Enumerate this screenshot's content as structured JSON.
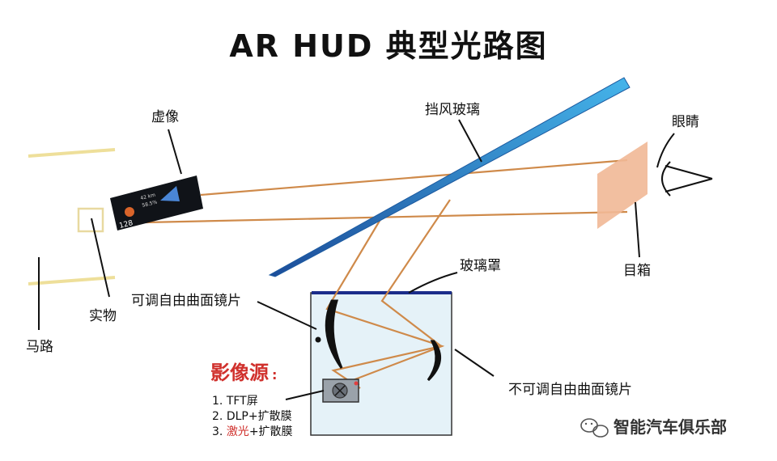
{
  "title": "AR HUD 典型光路图",
  "labels": {
    "virtual_image": "虚像",
    "windshield": "挡风玻璃",
    "eye": "眼睛",
    "eyebox": "目箱",
    "glass_cover": "玻璃罩",
    "adjustable_mirror": "可调自由曲面镜片",
    "fixed_mirror": "不可调自由曲面镜片",
    "real_object": "实物",
    "road": "马路"
  },
  "image_source": {
    "heading": "影像源",
    "colon": ":",
    "items": [
      {
        "prefix": "1. ",
        "highlight": "",
        "text": "TFT屏"
      },
      {
        "prefix": "2. ",
        "highlight": "",
        "text": "DLP+扩散膜"
      },
      {
        "prefix": "3. ",
        "highlight": "激光",
        "text": "+扩散膜"
      }
    ]
  },
  "virtual_image_screen": {
    "speed": "128",
    "line1": "42 km",
    "line2": "58.5%"
  },
  "watermark": {
    "text": "智能汽车俱乐部"
  },
  "colors": {
    "ray": "#cf8a4a",
    "windshield": "#3ba0dc",
    "housing_fill": "#e5f2f8",
    "glass_cover": "#1b2d8a",
    "eyebox": "#f1b896",
    "road_line": "#eedf9a",
    "source_red": "#d0312d"
  }
}
